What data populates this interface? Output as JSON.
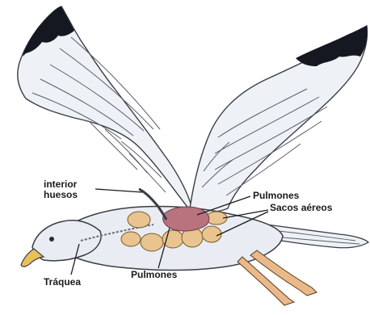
{
  "labels": {
    "interior": "interior",
    "huesos": "huesos",
    "pulmones_top": "Pulmones",
    "sacos_aereos": "Sacos aéreos",
    "traquea": "Tráquea",
    "pulmones_bottom": "Pulmones"
  },
  "colors": {
    "body": "#e9edf3",
    "wing": "#eef1f6",
    "outline": "#3a3d45",
    "wingtip": "#151820",
    "air_sacs": "#e9c48f",
    "lungs": "#b8737f",
    "beak": "#e8c05a",
    "legs": "#eab98a"
  }
}
